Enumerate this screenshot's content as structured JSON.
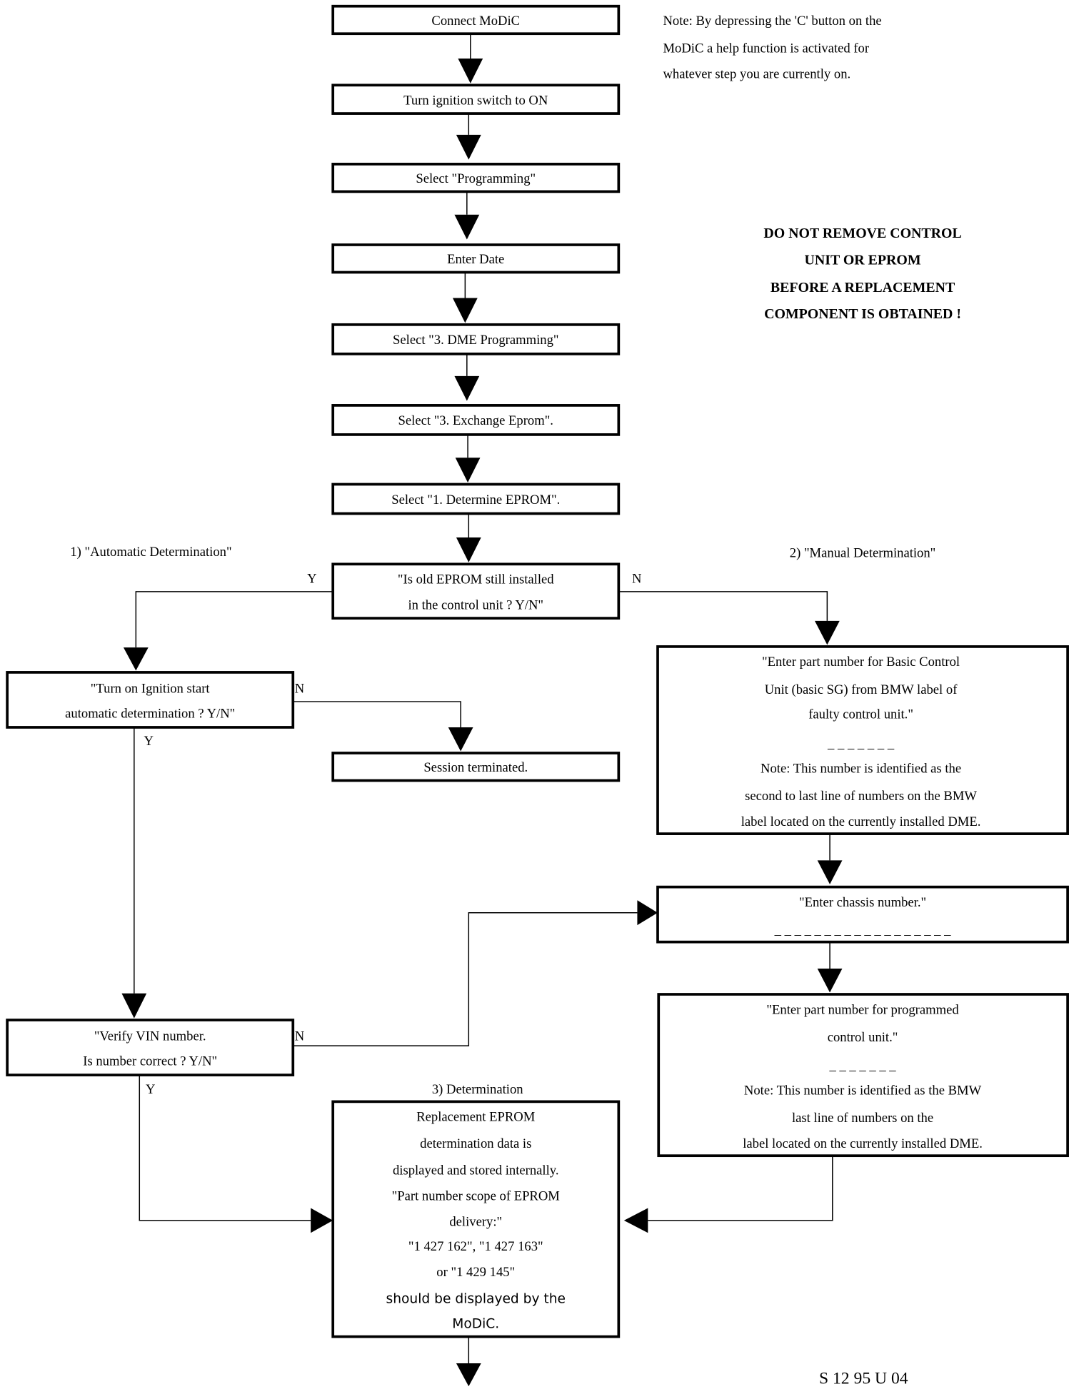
{
  "note": [
    "Note: By depressing the 'C' button on the",
    "MoDiC  a help function is activated for",
    "whatever step you are currently on."
  ],
  "warning": [
    "DO NOT REMOVE CONTROL",
    "UNIT OR EPROM",
    "BEFORE A REPLACEMENT",
    "COMPONENT IS OBTAINED !"
  ],
  "steps": {
    "connect": "Connect MoDiC",
    "ignition": "Turn ignition switch to ON",
    "programming": "Select \"Programming\"",
    "date": "Enter Date",
    "dme": "Select \"3. DME Programming\"",
    "exchange": "Select \"3. Exchange Eprom\".",
    "determine": "Select \"1. Determine EPROM\".",
    "old_eprom": [
      "\"Is old EPROM still installed",
      "in the control unit ? Y/N\""
    ],
    "turn_on": [
      "\"Turn on Ignition start",
      "automatic determination ? Y/N\""
    ],
    "terminated": "Session terminated.",
    "verify": [
      "\"Verify VIN number.",
      "Is number correct ? Y/N\""
    ],
    "basic_part": [
      "\"Enter part number for Basic Control",
      "Unit (basic SG) from BMW label of",
      "faulty control unit.\"",
      "_ _ _ _ _ _ _",
      "Note: This number is identified as the",
      "second to last line of numbers on the BMW",
      "label located on the currently installed DME."
    ],
    "chassis": [
      "\"Enter chassis number.\"",
      "_ _ _ _ _ _ _ _ _ _ _ _ _ _ _ _ _ _"
    ],
    "programmed_part": [
      "\"Enter part number for programmed",
      "control unit.\"",
      "_ _ _ _ _ _ _",
      "Note: This number is identified as the BMW",
      "last line of numbers on the",
      "label located on the currently installed DME."
    ],
    "determination": [
      "Replacement EPROM",
      "determination data is",
      "displayed and stored internally.",
      "\"Part number scope of EPROM",
      "delivery:\"",
      "\"1 427 162\", \"1 427 163\"",
      "or \"1 429 145\"",
      "should be displayed by the",
      "MoDiC."
    ]
  },
  "labels": {
    "auto": "1) \"Automatic Determination\"",
    "manual": "2) \"Manual Determination\"",
    "determination": "3) Determination",
    "yes": "Y",
    "no": "N"
  },
  "figure_id": "S 12 95 U 04"
}
